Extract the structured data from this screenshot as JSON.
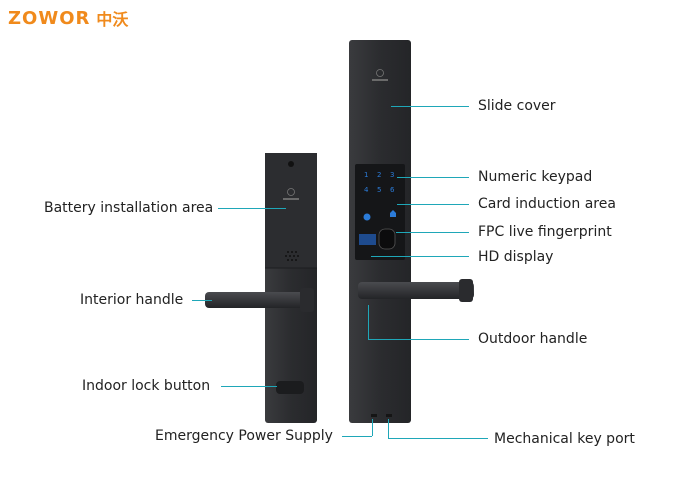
{
  "logo": {
    "latin": "ZOWOR",
    "cjk": "中沃"
  },
  "labels": {
    "slide_cover": "Slide cover",
    "numeric_keypad": "Numeric keypad",
    "card_induction_area": "Card induction area",
    "fpc_live_fingerprint": "FPC live fingerprint",
    "hd_display": "HD display",
    "outdoor_handle": "Outdoor handle",
    "mechanical_key_port": "Mechanical key port",
    "battery_installation_area": "Battery installation area",
    "interior_handle": "Interior handle",
    "indoor_lock_button": "Indoor lock button",
    "emergency_power_supply": "Emergency Power Supply"
  },
  "keypad_keys": [
    "1",
    "2",
    "3",
    "4",
    "5",
    "6"
  ],
  "colors": {
    "brand": "#f08a1c",
    "leader": "#1fa7b8",
    "lock_body": "#2f3033",
    "keypad_glow": "#2b7bd8"
  }
}
